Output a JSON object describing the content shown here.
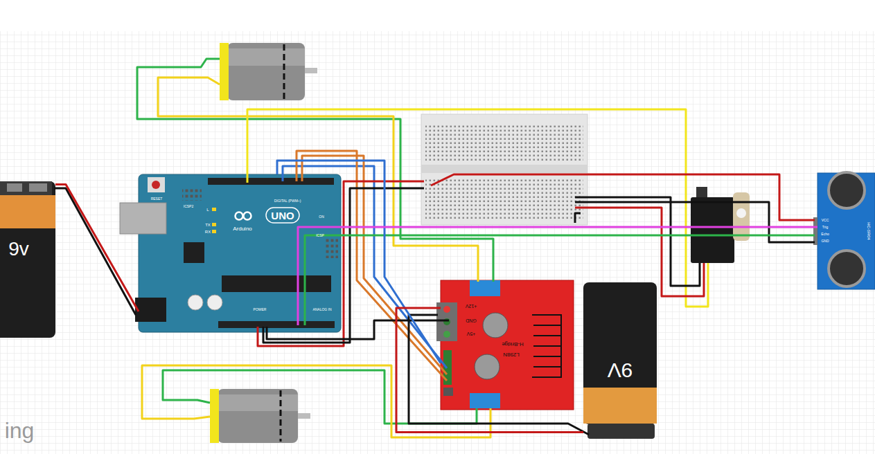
{
  "diagram": {
    "nodes": [
      {
        "text": [
          "9v"
        ]
      },
      {
        "text": [
          "RESET",
          "ICSP2",
          "L",
          "TX",
          "RX",
          "UNO",
          "Arduino",
          "DIGITAL (PWM~)",
          "ON",
          "ICSP",
          "POWER",
          "ANALOG IN"
        ]
      },
      {
        "text": [
          "+12V",
          "GND",
          "+5V",
          "H-Bridge",
          "L298N"
        ]
      },
      {
        "text": [
          "9V"
        ]
      },
      {
        "text": [
          "VCC",
          "Trig",
          "Echo",
          "GND",
          "HC-SR04"
        ]
      }
    ],
    "edges": [
      {
        "from": 0,
        "to": 1,
        "arrow": "none"
      },
      {
        "from": 1,
        "to": 2,
        "arrow": "none"
      },
      {
        "from": 3,
        "to": 2,
        "arrow": "none"
      },
      {
        "from": 1,
        "to": 4,
        "arrow": "none"
      }
    ],
    "labels": [
      "ing"
    ]
  }
}
